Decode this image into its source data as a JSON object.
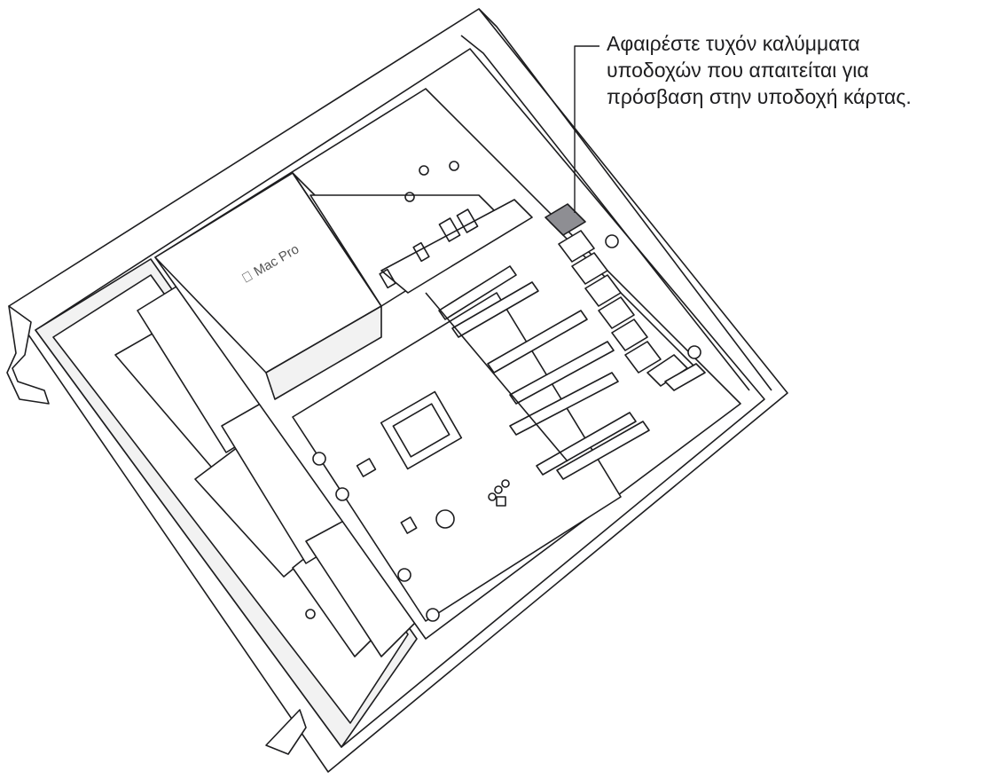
{
  "callout": {
    "lines": [
      "Αφαιρέστε τυχόν καλύμματα",
      "υποδοχών που απαιτείται για",
      "πρόσβαση στην υποδοχή κάρτας."
    ]
  },
  "brand": {
    "logo_icon": "apple-logo-icon",
    "label": "Mac Pro"
  },
  "colors": {
    "line": "#1d1d1f",
    "fill": "#ffffff",
    "shade": "#f2f2f2",
    "slot_cover_fill": "#8e8e93"
  }
}
